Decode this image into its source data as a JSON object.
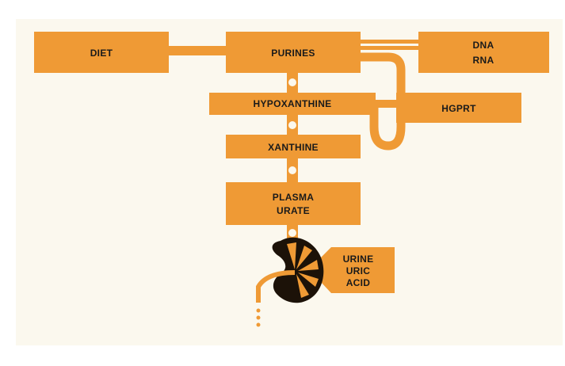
{
  "colors": {
    "box": "#ef9a35",
    "background": "#fbf8ee",
    "dot": "#fbf8ee",
    "kidney": "#1c1208",
    "text": "#1a1a1a"
  },
  "diagram": {
    "diet": "DIET",
    "purines": "PURINES",
    "dna": "DNA",
    "rna": "RNA",
    "hypoxanthine": "HYPOXANTHINE",
    "hgprt": "HGPRT",
    "xanthine": "XANTHINE",
    "plasma": "PLASMA",
    "urate": "URATE",
    "urine": "URINE",
    "uric": "URIC",
    "acid": "ACID"
  }
}
